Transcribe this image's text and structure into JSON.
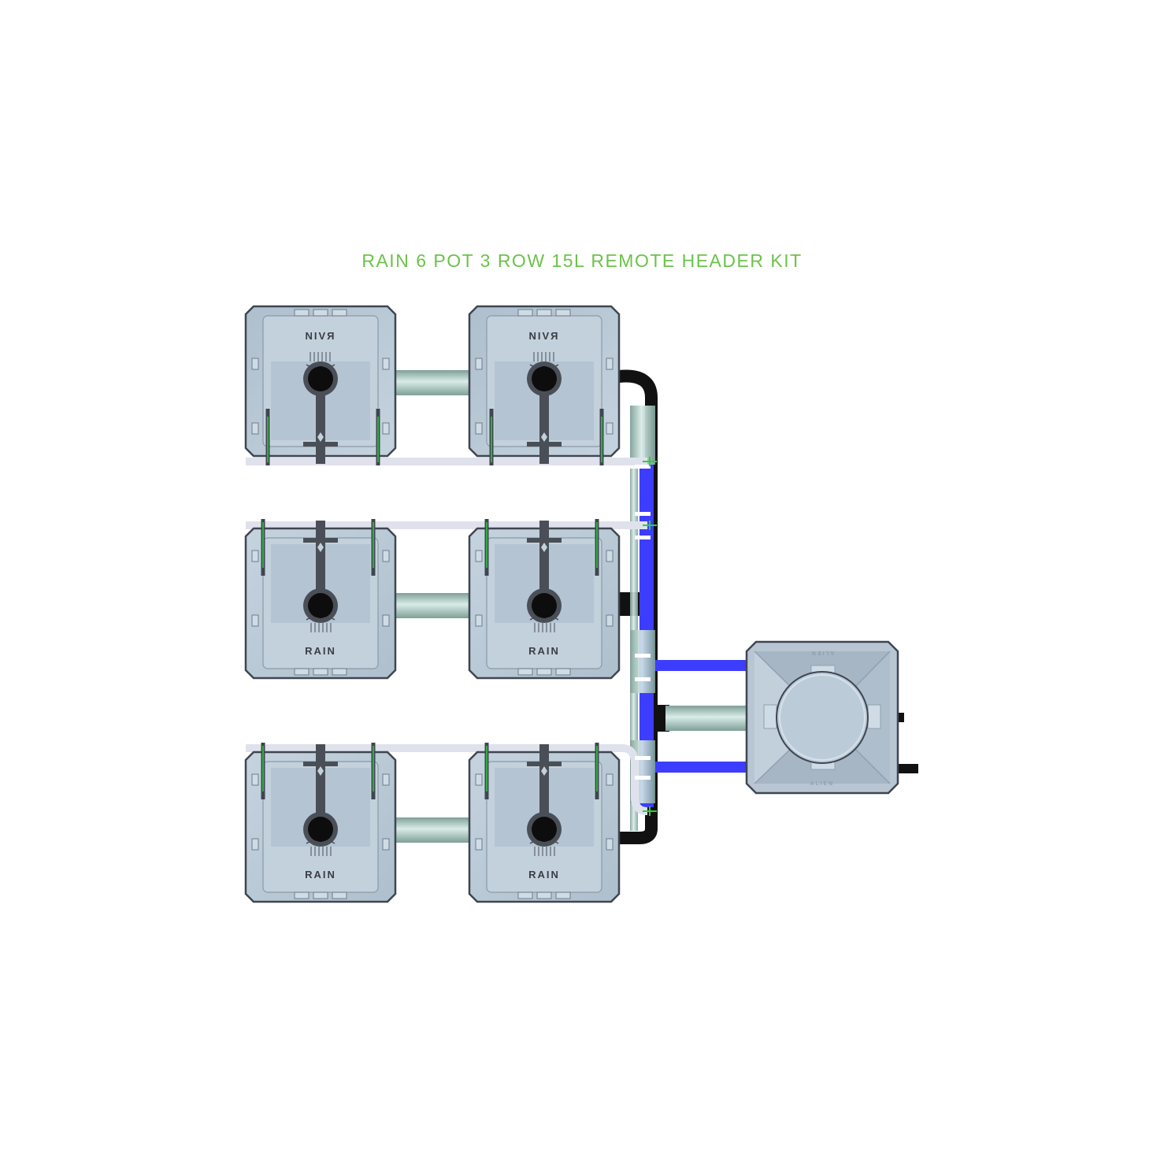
{
  "title": "RAIN 6 POT 3 ROW 15L REMOTE HEADER KIT",
  "pot_label": "RAIN",
  "pot_label_flipped": "NIVЯ",
  "header_label": "ALIEN",
  "colors": {
    "title": "#6cc24a",
    "pot_body": "#b9c8d6",
    "pot_edge": "#3f4650",
    "pipe": "#a9c9c2",
    "feed_line": "#3d3dff",
    "drain_line": "#111111",
    "irrigation_line": "#dfe2ec",
    "clip": "#2bd13a"
  },
  "pots": [
    {
      "id": "pot-r1-c1",
      "row": 1,
      "col": 1,
      "orientation": "flipped"
    },
    {
      "id": "pot-r1-c2",
      "row": 1,
      "col": 2,
      "orientation": "flipped"
    },
    {
      "id": "pot-r2-c1",
      "row": 2,
      "col": 1,
      "orientation": "normal"
    },
    {
      "id": "pot-r2-c2",
      "row": 2,
      "col": 2,
      "orientation": "normal"
    },
    {
      "id": "pot-r3-c1",
      "row": 3,
      "col": 1,
      "orientation": "normal"
    },
    {
      "id": "pot-r3-c2",
      "row": 3,
      "col": 2,
      "orientation": "normal"
    }
  ]
}
